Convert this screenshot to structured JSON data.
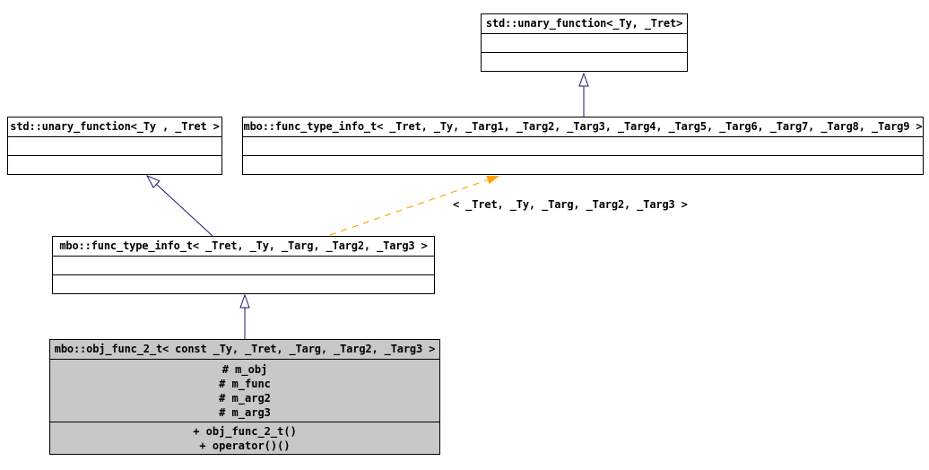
{
  "nodes": [
    {
      "title": "std::unary_function<_Ty, _Tret>"
    },
    {
      "title": "std::unary_function<_Ty , _Tret >"
    },
    {
      "title": "mbo::func_type_info_t< _Tret, _Ty, _Targ1, _Targ2, _Targ3, _Targ4, _Targ5, _Targ6, _Targ7, _Targ8, _Targ9 >"
    },
    {
      "title": "mbo::func_type_info_t< _Tret, _Ty, _Targ, _Targ2, _Targ3 >"
    },
    {
      "title": "mbo::obj_func_2_t< const _Ty, _Tret, _Targ, _Targ2, _Targ3 >",
      "attributes": [
        "# m_obj",
        "# m_func",
        "# m_arg2",
        "# m_arg3"
      ],
      "methods": [
        "+ obj_func_2_t()",
        "+ operator()()"
      ]
    }
  ],
  "edges": {
    "template_label": "< _Tret, _Ty, _Targ, _Targ2, _Targ3 >"
  },
  "colors": {
    "inheritance_line": "#191970",
    "inheritance_head_fill": "#ffffff",
    "template_line": "#ffa500",
    "node_border": "#000000",
    "node_fill": "#ffffff",
    "focus_node_fill": "#c8c8c8",
    "text": "#000000"
  }
}
